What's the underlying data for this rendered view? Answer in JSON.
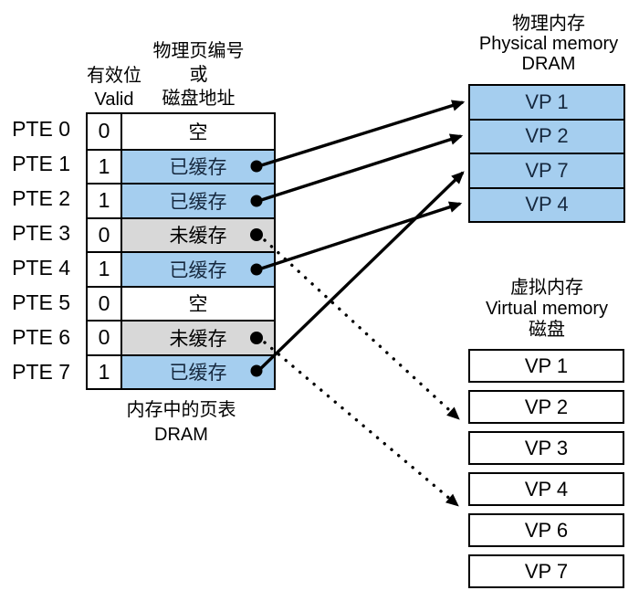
{
  "colors": {
    "cached_fill": "#a5ceef",
    "uncached_fill": "#d8d8d8",
    "empty_fill": "#ffffff",
    "line_color": "#000000"
  },
  "page_table": {
    "valid_header": [
      "有效位",
      "Valid"
    ],
    "address_header": [
      "物理页编号",
      "或",
      "磁盘地址"
    ],
    "caption": [
      "内存中的页表",
      "DRAM"
    ],
    "rows": [
      {
        "label": "PTE 0",
        "valid": "0",
        "value": "空",
        "state": "empty"
      },
      {
        "label": "PTE 1",
        "valid": "1",
        "value": "已缓存",
        "state": "cached"
      },
      {
        "label": "PTE 2",
        "valid": "1",
        "value": "已缓存",
        "state": "cached"
      },
      {
        "label": "PTE 3",
        "valid": "0",
        "value": "未缓存",
        "state": "uncached"
      },
      {
        "label": "PTE 4",
        "valid": "1",
        "value": "已缓存",
        "state": "cached"
      },
      {
        "label": "PTE 5",
        "valid": "0",
        "value": "空",
        "state": "empty"
      },
      {
        "label": "PTE 6",
        "valid": "0",
        "value": "未缓存",
        "state": "uncached"
      },
      {
        "label": "PTE 7",
        "valid": "1",
        "value": "已缓存",
        "state": "cached"
      }
    ]
  },
  "physical_memory": {
    "title": [
      "物理内存",
      "Physical memory",
      "DRAM"
    ],
    "pages": [
      "VP 1",
      "VP 2",
      "VP 7",
      "VP 4"
    ]
  },
  "virtual_memory": {
    "title": [
      "虚拟内存",
      "Virtual memory",
      "磁盘"
    ],
    "pages": [
      "VP 1",
      "VP 2",
      "VP 3",
      "VP 4",
      "VP 6",
      "VP 7"
    ]
  }
}
